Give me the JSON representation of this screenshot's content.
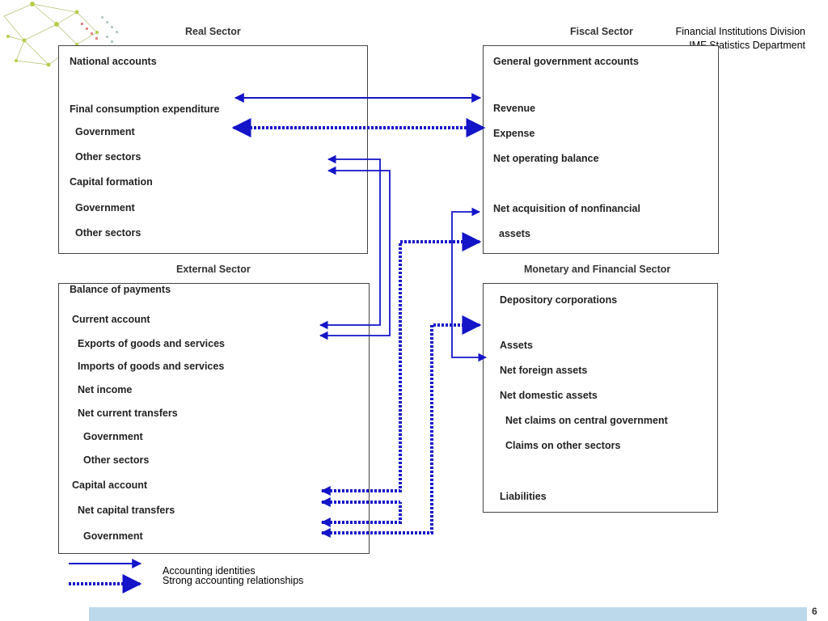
{
  "corner": {
    "line1": "Financial Institutions Division",
    "line2": "IMF Statistics Department"
  },
  "real": {
    "header": "Real Sector",
    "items": [
      "National accounts",
      "Final consumption expenditure",
      "Government",
      "Other sectors",
      "Capital formation",
      "Government",
      "Other sectors"
    ]
  },
  "fiscal": {
    "header": "Fiscal Sector",
    "items": [
      "General government accounts",
      "Revenue",
      "Expense",
      "Net operating balance",
      "Net acquisition of nonfinancial",
      "assets"
    ]
  },
  "external": {
    "header": "External Sector",
    "items": [
      "Balance of payments",
      "Current account",
      "Exports of goods and services",
      "Imports of goods and services",
      "Net income",
      "Net current transfers",
      "Government",
      "Other sectors",
      "Capital account",
      "Net capital transfers",
      "Government"
    ]
  },
  "monetary": {
    "header": "Monetary and Financial Sector",
    "items": [
      "Depository corporations",
      "Assets",
      "Net foreign assets",
      "Net domestic assets",
      "Net claims on central government",
      "Claims on other sectors",
      "Liabilities"
    ]
  },
  "legend": {
    "solid_label": "Accounting identities",
    "dotted_label": "Strong accounting relationships"
  },
  "page_number": "6",
  "colors": {
    "arrow": "#1414c8",
    "box_border": "#444444",
    "footer_band": "#bcd9ec"
  }
}
